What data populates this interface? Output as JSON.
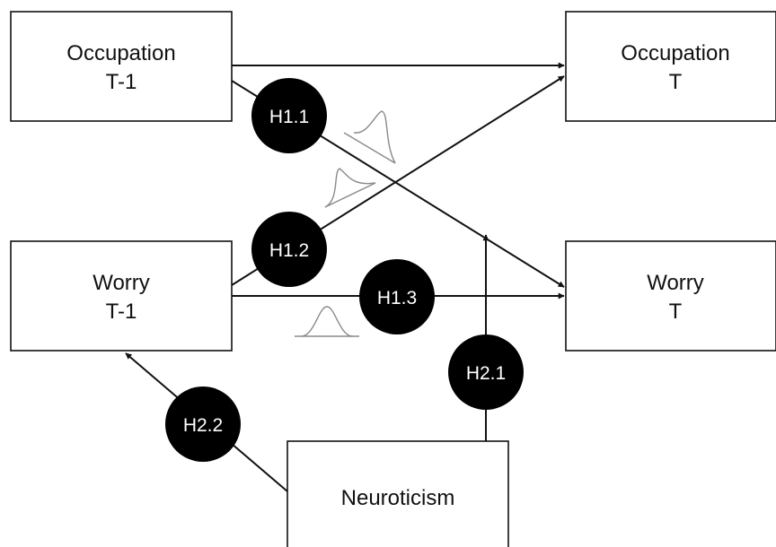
{
  "nodes": {
    "occupation_t1": {
      "line1": "Occupation",
      "line2": "T-1"
    },
    "occupation_t": {
      "line1": "Occupation",
      "line2": "T"
    },
    "worry_t1": {
      "line1": "Worry",
      "line2": "T-1"
    },
    "worry_t": {
      "line1": "Worry",
      "line2": "T"
    },
    "neuroticism": {
      "line1": "Neuroticism"
    }
  },
  "hypotheses": {
    "h1_1": "H1.1",
    "h1_2": "H1.2",
    "h1_3": "H1.3",
    "h2_1": "H2.1",
    "h2_2": "H2.2"
  },
  "colors": {
    "line": "#111111",
    "badge_fill": "#000000",
    "badge_text": "#ffffff",
    "distribution": "#8a8a8a"
  }
}
